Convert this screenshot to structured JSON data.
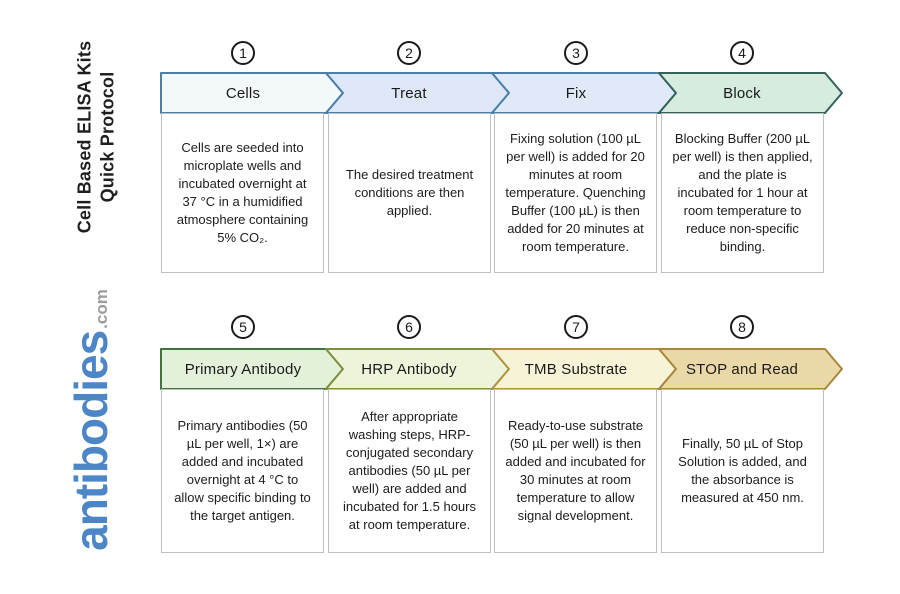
{
  "sidebar": {
    "title_line1": "Cell Based ELISA Kits",
    "title_line2": "Quick Protocol",
    "logo_text": "antibodies",
    "logo_suffix": ".com",
    "logo_color": "#4c86c6",
    "logo_suffix_color": "#9b9b9b"
  },
  "steps": [
    {
      "number": "1",
      "label": "Cells",
      "description": "Cells are seeded into microplate wells and incubated overnight at 37 °C in a humidified atmosphere containing 5% CO₂.",
      "fill": "#f3f8fb",
      "stroke": "#4a80a8"
    },
    {
      "number": "2",
      "label": "Treat",
      "description": "The desired treatment conditions are then applied.",
      "fill": "#dde7f8",
      "stroke": "#4a80a8"
    },
    {
      "number": "3",
      "label": "Fix",
      "description": "Fixing solution (100 µL per well) is added for 20 minutes at room temperature. Quenching Buffer (100 µL) is then added for 20 minutes at room temperature.",
      "fill": "#dfe9f8",
      "stroke": "#4a80a8"
    },
    {
      "number": "4",
      "label": "Block",
      "description": "Blocking Buffer (200 µL per well) is then applied, and the plate is incubated for 1 hour at room temperature to reduce non-specific binding.",
      "fill": "#d5ecdf",
      "stroke": "#34625a"
    },
    {
      "number": "5",
      "label": "Primary Antibody",
      "description": "Primary antibodies (50 µL per well, 1×) are added and incubated overnight at 4 °C to allow specific binding to the target antigen.",
      "fill": "#e3f0da",
      "stroke": "#40763e"
    },
    {
      "number": "6",
      "label": "HRP Antibody",
      "description": "After appropriate washing steps, HRP-conjugated secondary antibodies (50 µL per well) are added and incubated for 1.5 hours at room temperature.",
      "fill": "#eef4da",
      "stroke": "#7d9040"
    },
    {
      "number": "7",
      "label": "TMB Substrate",
      "description": "Ready-to-use substrate (50 µL per well) is then added and incubated for 30 minutes at room temperature to allow signal development.",
      "fill": "#f7f3d6",
      "stroke": "#b3933f"
    },
    {
      "number": "8",
      "label": "STOP and Read",
      "description": "Finally, 50 µL of Stop Solution is added, and the absorbance is measured at 450 nm.",
      "fill": "#ead9a7",
      "stroke": "#a9863d"
    }
  ]
}
